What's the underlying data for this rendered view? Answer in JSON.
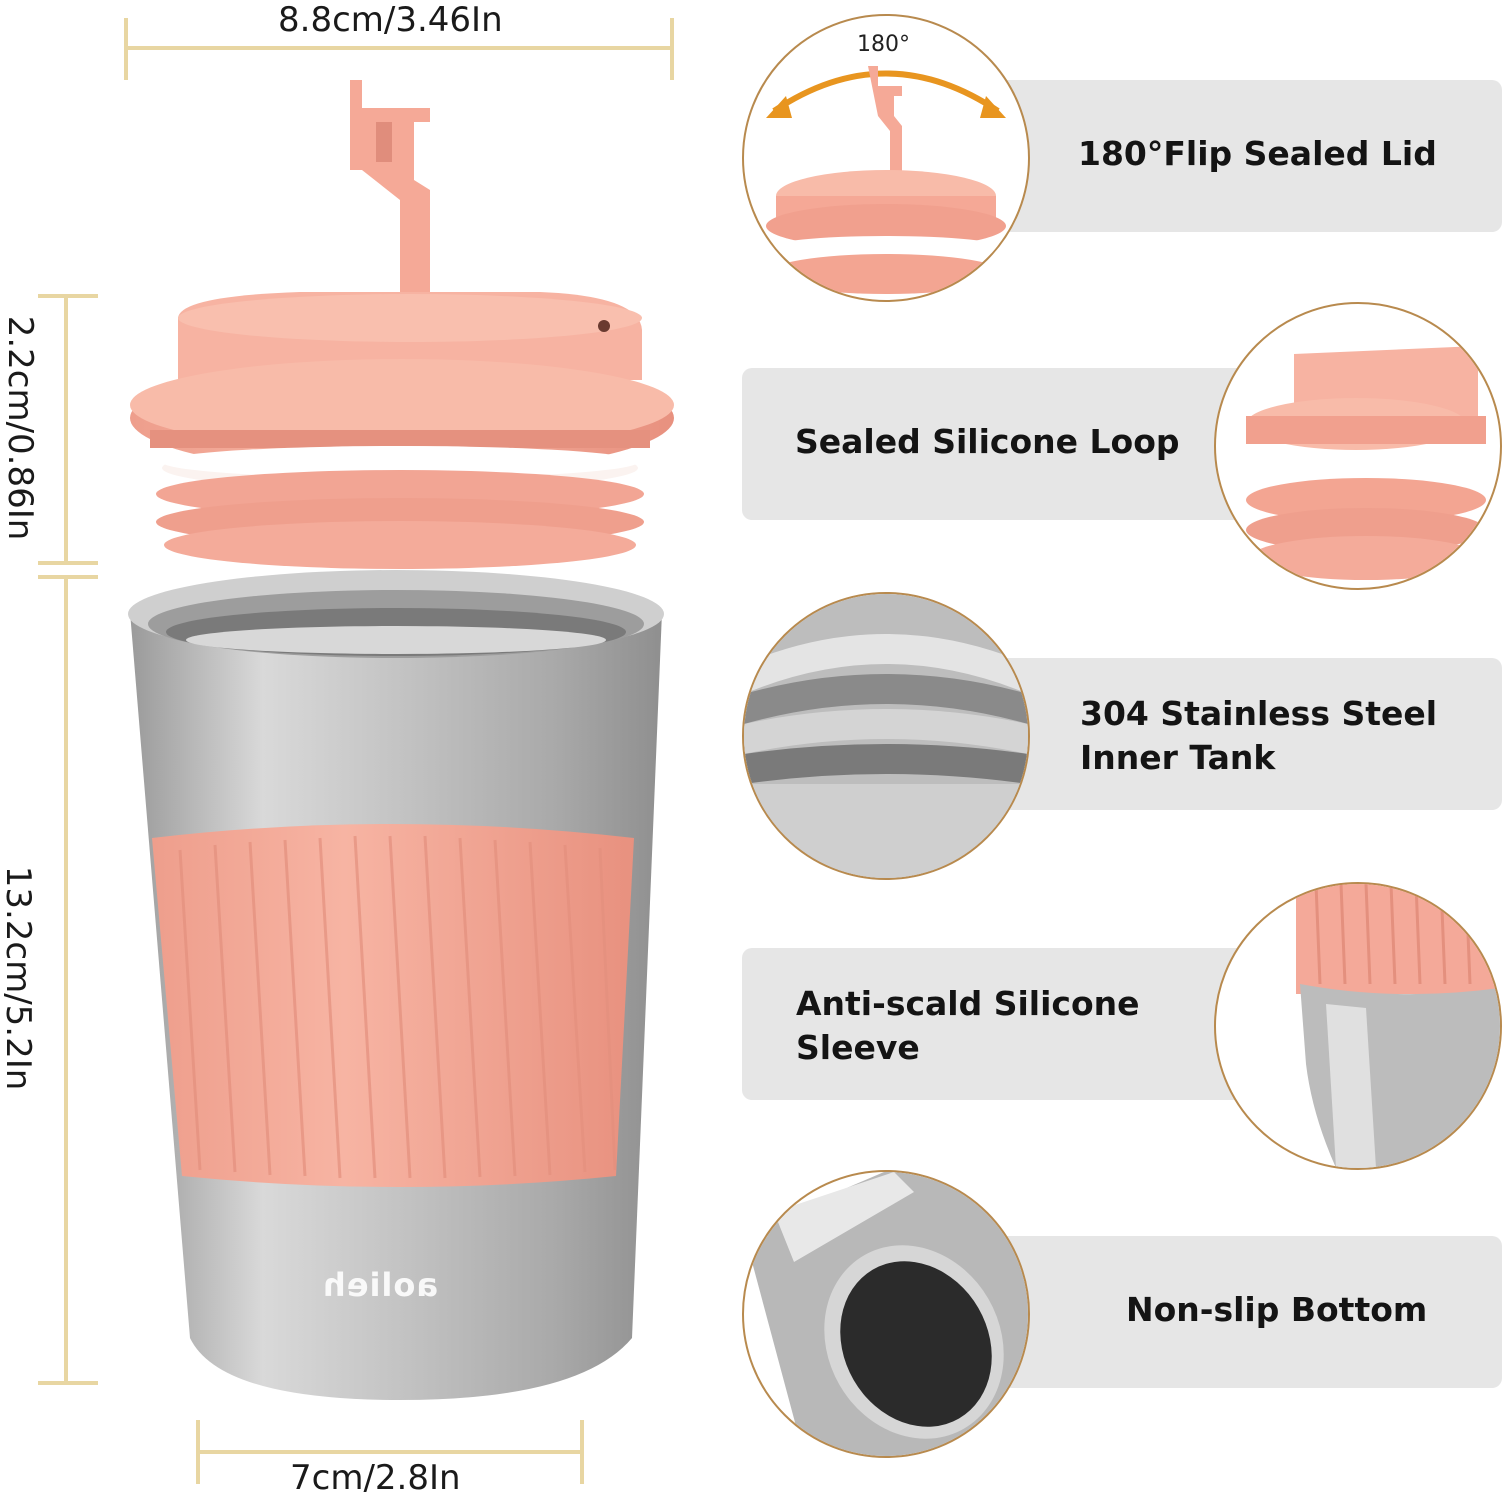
{
  "dimensions": {
    "top_width": "8.8cm/3.46In",
    "bottom_width": "7cm/2.8In",
    "lid_height": "2.2cm/0.86In",
    "body_height": "13.2cm/5.2In"
  },
  "brand": "aolieh",
  "features": [
    {
      "label": "180°Flip Sealed Lid",
      "badge": "180°"
    },
    {
      "label": "Sealed Silicone Loop"
    },
    {
      "label": "304 Stainless Steel\nInner Tank"
    },
    {
      "label": "Anti-scald Silicone\nSleeve"
    },
    {
      "label": "Non-slip Bottom"
    }
  ],
  "colors": {
    "lid_pink": "#f6b1a0",
    "sleeve_pink": "#f4a999",
    "steel": "#b9b9b9",
    "dimension_line": "#e8d6a2",
    "circle_border": "#b88a4e",
    "arrow_orange": "#e8951f",
    "feature_bar": "#e6e6e6"
  }
}
